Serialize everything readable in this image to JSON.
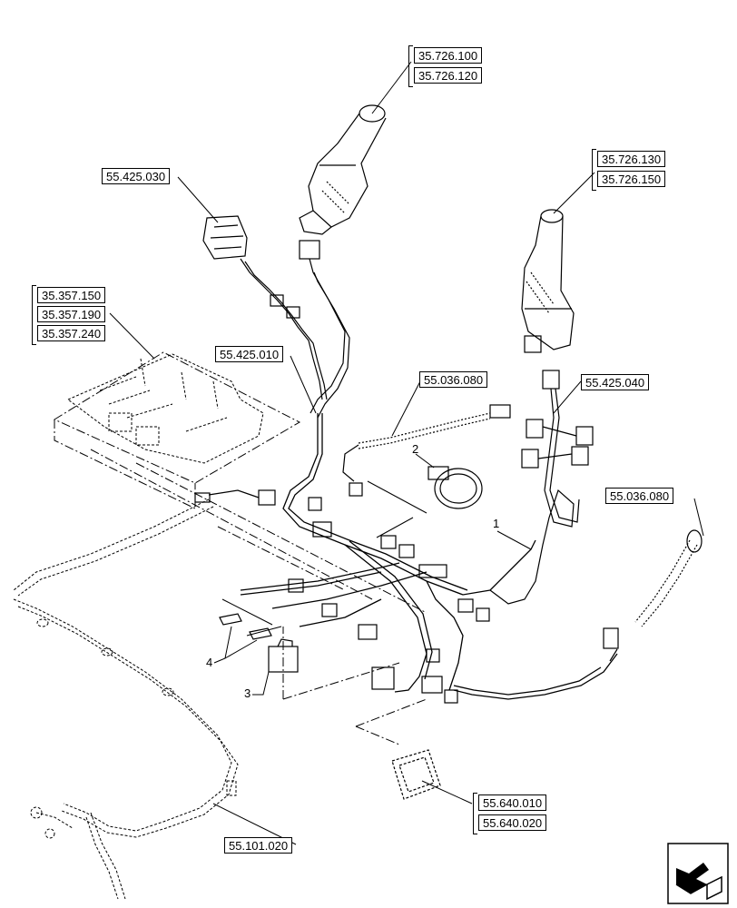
{
  "references": {
    "r1": "35.726.100",
    "r2": "35.726.120",
    "r3": "35.726.130",
    "r4": "35.726.150",
    "r5": "55.425.030",
    "r6": "35.357.150",
    "r7": "35.357.190",
    "r8": "35.357.240",
    "r9": "55.425.010",
    "r10": "55.036.080",
    "r11": "55.425.040",
    "r12": "55.036.080",
    "r13": "55.640.010",
    "r14": "55.640.020",
    "r15": "55.101.020"
  },
  "callouts": {
    "c1": "1",
    "c2": "2",
    "c3": "3",
    "c4": "4"
  },
  "icons": {
    "navigation": "next-page-arrow-icon"
  }
}
